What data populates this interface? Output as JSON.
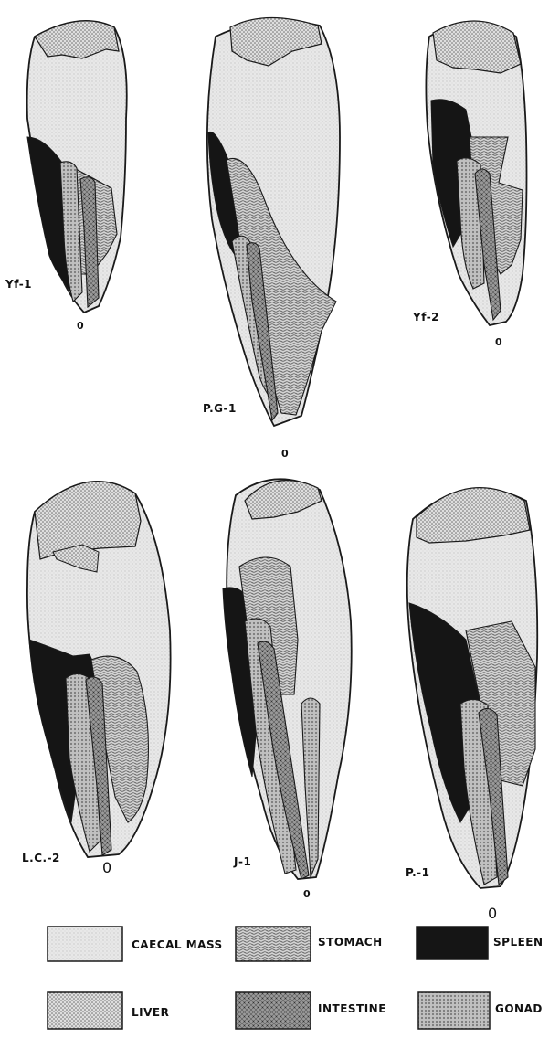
{
  "specimens": [
    {
      "id": "yf1",
      "label": "Yf-1",
      "mark": "0"
    },
    {
      "id": "pg1",
      "label": "P.G-1",
      "mark": "0"
    },
    {
      "id": "yf2",
      "label": "Yf-2",
      "mark": "0"
    },
    {
      "id": "lc2",
      "label": "L.C.-2",
      "mark": "0"
    },
    {
      "id": "j1",
      "label": "J-1",
      "mark": "0"
    },
    {
      "id": "p1",
      "label": "P.-1",
      "mark": "0"
    }
  ],
  "legend": [
    {
      "id": "caecal",
      "label": "CAECAL MASS",
      "pattern": "caecal"
    },
    {
      "id": "stomach",
      "label": "STOMACH",
      "pattern": "stomach"
    },
    {
      "id": "spleen",
      "label": "SPLEEN",
      "pattern": "spleen"
    },
    {
      "id": "liver",
      "label": "LIVER",
      "pattern": "liver"
    },
    {
      "id": "intestine",
      "label": "INTESTINE",
      "pattern": "intestine"
    },
    {
      "id": "gonad",
      "label": "GONAD",
      "pattern": "gonad"
    }
  ],
  "colors": {
    "caecal": "#e6e6e6",
    "liver": "#c9c9c9",
    "stomach": "#aaaaaa",
    "spleen": "#111111",
    "intestine": "#8a8a8a",
    "gonad": "#b4b4b4",
    "outline": "#1a1a1a"
  }
}
